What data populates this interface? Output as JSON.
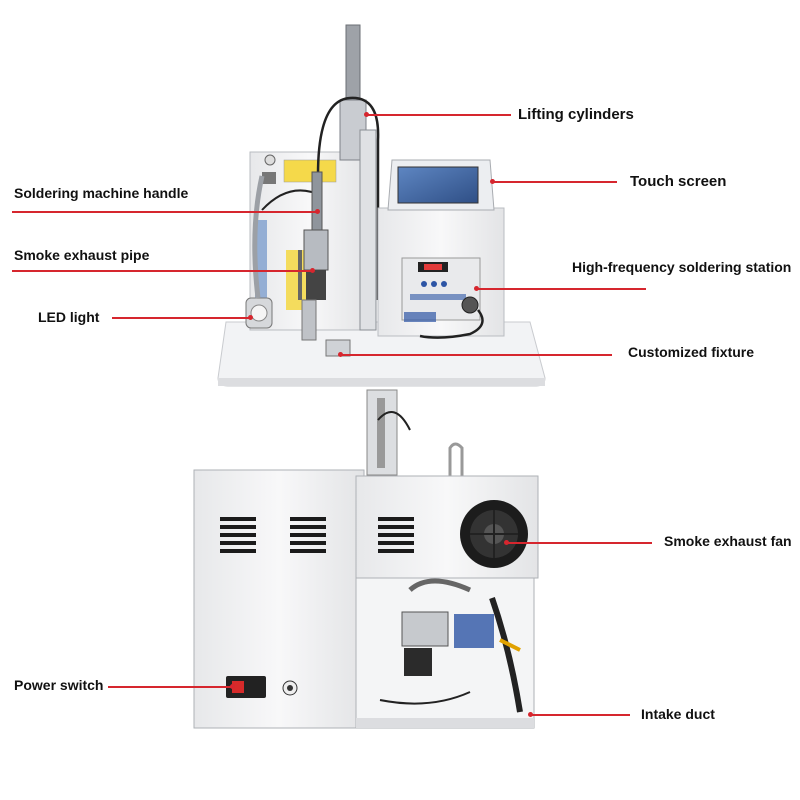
{
  "annotations": {
    "lifting_cylinders": "Lifting cylinders",
    "touch_screen": "Touch screen",
    "soldering_machine_handle": "Soldering machine handle",
    "smoke_exhaust_pipe": "Smoke exhaust pipe",
    "high_frequency_soldering_station": "High-frequency soldering station",
    "led_light": "LED light",
    "customized_fixture": "Customized fixture",
    "smoke_exhaust_fan": "Smoke exhaust fan",
    "power_switch": "Power switch",
    "intake_duct": "Intake duct"
  },
  "colors": {
    "leader_line": "#d6262e",
    "machine_body": "#f3f4f5",
    "touch_screen": "#4a6fa8"
  }
}
